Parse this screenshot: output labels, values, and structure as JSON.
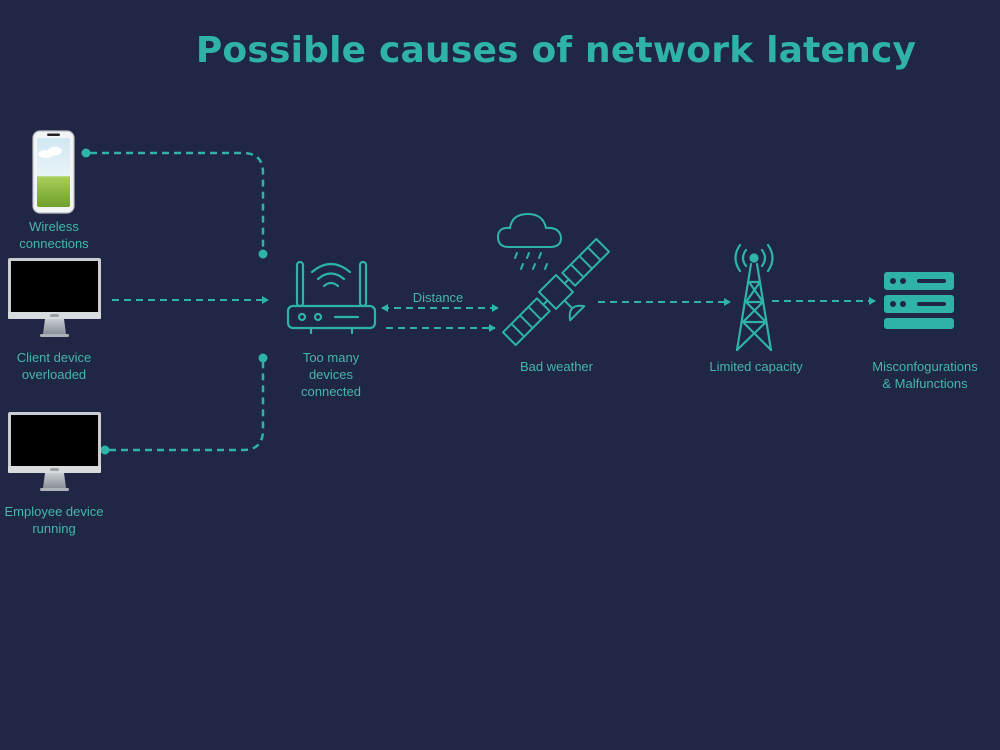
{
  "title": "Possible causes of network latency",
  "colors": {
    "background": "#1f2744",
    "accent": "#2fb3a7",
    "label": "#45b5ad"
  },
  "nodes": {
    "wireless": {
      "label": "Wireless\nconnections",
      "icon": "smartphone-icon"
    },
    "client": {
      "label": "Client device\noverloaded",
      "icon": "desktop-monitor-icon"
    },
    "employee": {
      "label": "Employee device\nrunning",
      "icon": "desktop-monitor-icon"
    },
    "router": {
      "label": "Too many\ndevices\nconnected",
      "icon": "wifi-router-icon"
    },
    "satellite": {
      "label": "Bad weather",
      "icon": "satellite-icon"
    },
    "cloud": {
      "icon": "rain-cloud-icon"
    },
    "tower": {
      "label": "Limited capacity",
      "icon": "cell-tower-icon"
    },
    "server": {
      "label": "Misconfogurations\n& Malfunctions",
      "icon": "server-rack-icon"
    }
  },
  "connector_labels": {
    "distance": "Distance"
  }
}
